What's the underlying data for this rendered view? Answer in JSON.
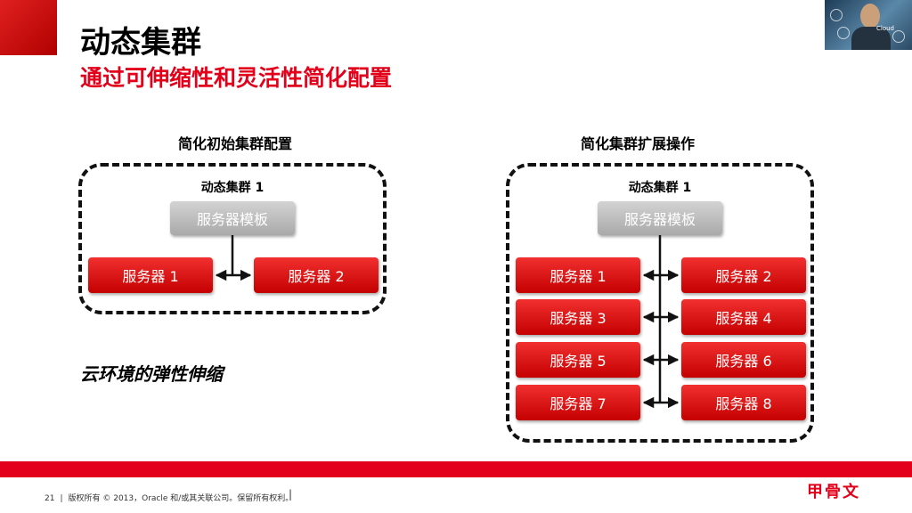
{
  "slide": {
    "title": "动态集群",
    "subtitle": "通过可伸缩性和灵活性简化配置",
    "caption": "云环境的弹性伸缩",
    "page_number": "21",
    "copyright": "版权所有 © 2013，Oracle 和/或其关联公司。保留所有权利。",
    "brand": "ORACLE",
    "brand_cn": "甲骨文",
    "photo_text": "Cloud"
  },
  "left_panel": {
    "heading": "简化初始集群配置",
    "cluster_name": "动态集群 1",
    "template": "服务器模板",
    "servers": [
      "服务器 1",
      "服务器 2"
    ]
  },
  "right_panel": {
    "heading": "简化集群扩展操作",
    "cluster_name": "动态集群 1",
    "template": "服务器模板",
    "servers": [
      "服务器 1",
      "服务器 2",
      "服务器 3",
      "服务器 4",
      "服务器 5",
      "服务器 6",
      "服务器 7",
      "服务器 8"
    ]
  },
  "colors": {
    "accent": "#e2001a",
    "server": "#d81010",
    "template": "#b8b8b8"
  }
}
